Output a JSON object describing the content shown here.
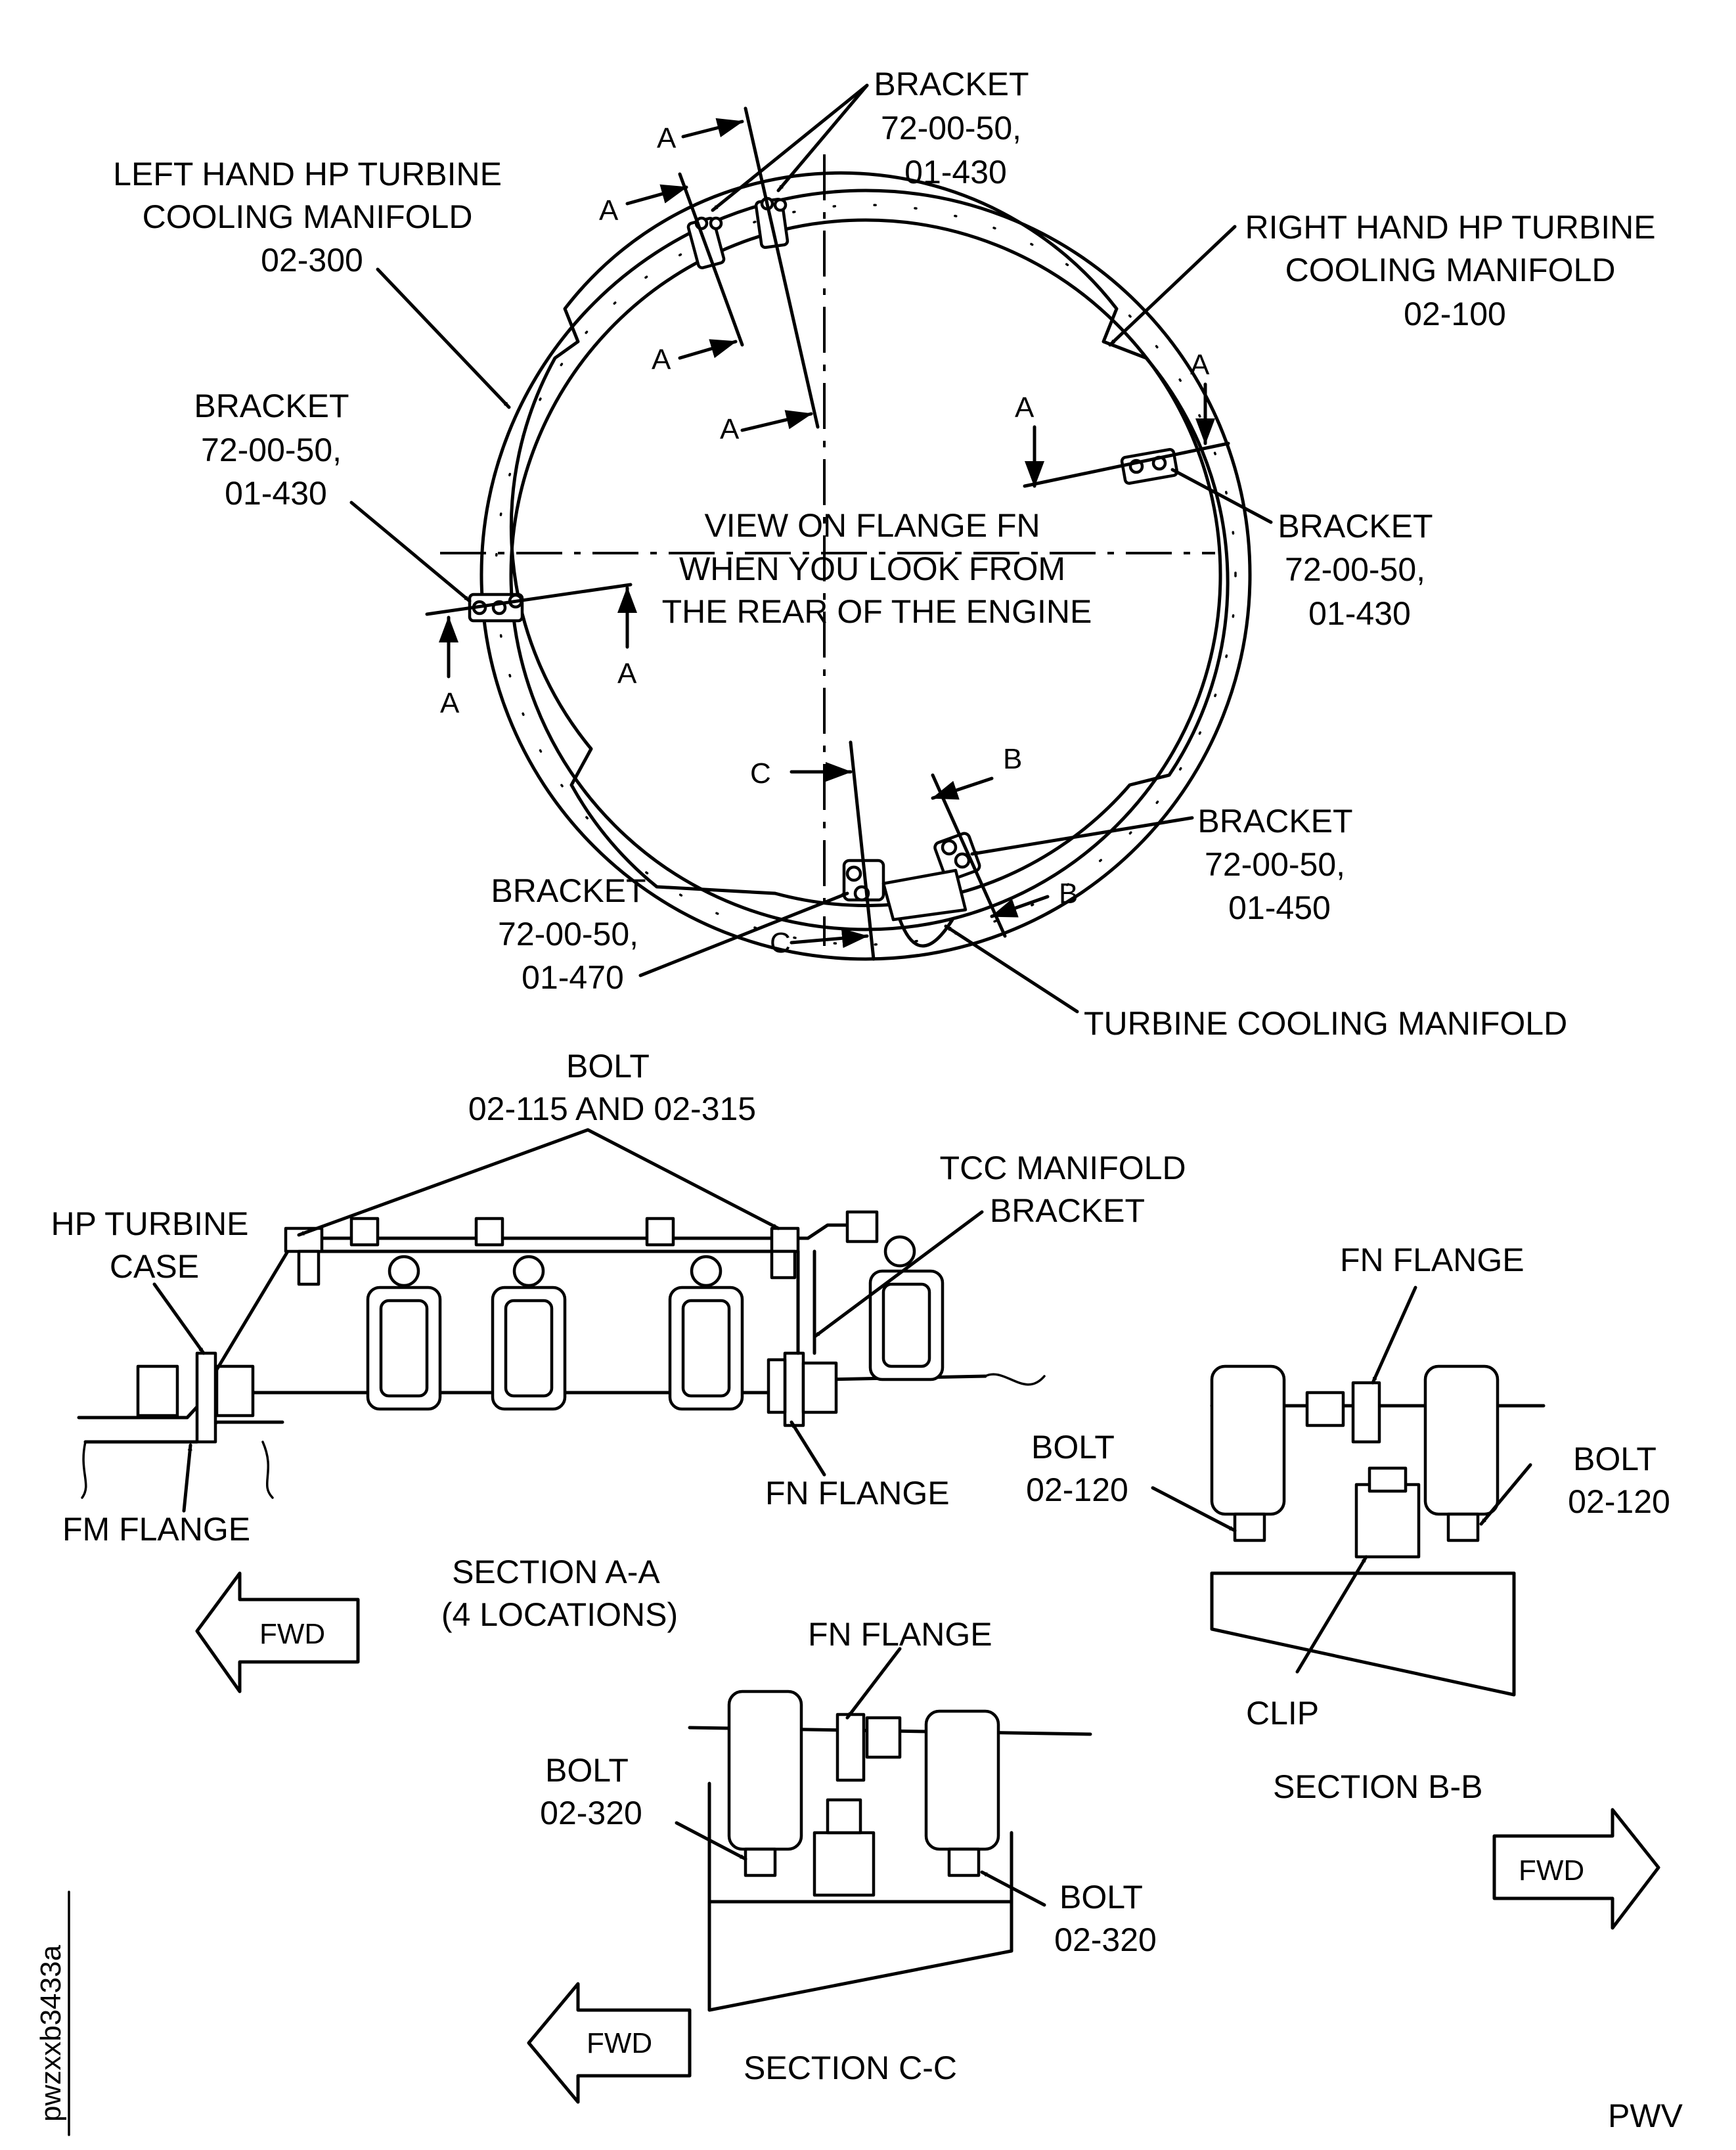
{
  "labels": {
    "top_bracket": [
      "BRACKET",
      "72-00-50,",
      "01-430"
    ],
    "left_manifold": [
      "LEFT HAND HP TURBINE",
      "COOLING MANIFOLD",
      "02-300"
    ],
    "right_manifold": [
      "RIGHT HAND HP TURBINE",
      "COOLING MANIFOLD",
      "02-100"
    ],
    "left_bracket": [
      "BRACKET",
      "72-00-50,",
      "01-430"
    ],
    "right_bracket": [
      "BRACKET",
      "72-00-50,",
      "01-430"
    ],
    "view_caption": [
      "VIEW ON FLANGE FN",
      "WHEN YOU LOOK FROM",
      "THE REAR OF THE ENGINE"
    ],
    "bottom_right_bracket": [
      "BRACKET",
      "72-00-50,",
      "01-450"
    ],
    "bottom_left_bracket": [
      "BRACKET",
      "72-00-50,",
      "01-470"
    ],
    "turbine_cooling_manifold": "TURBINE COOLING MANIFOLD",
    "section_a_bolt": [
      "BOLT",
      "02-115 AND 02-315"
    ],
    "tcc_bracket": [
      "TCC MANIFOLD",
      "BRACKET"
    ],
    "hp_case": [
      "HP TURBINE",
      "CASE"
    ],
    "fn_flange": "FN FLANGE",
    "fm_flange": "FM FLANGE",
    "section_a_title": [
      "SECTION A-A",
      "(4 LOCATIONS)"
    ],
    "bolt_120": [
      "BOLT",
      "02-120"
    ],
    "clip": "CLIP",
    "section_b_title": "SECTION B-B",
    "bolt_320": [
      "BOLT",
      "02-320"
    ],
    "section_c_title": "SECTION C-C",
    "fwd": "FWD",
    "view_letter_a": "A",
    "view_letter_b": "B",
    "view_letter_c": "C",
    "figure_id": "pwzxxb3433a",
    "corner_code": "PWV"
  }
}
